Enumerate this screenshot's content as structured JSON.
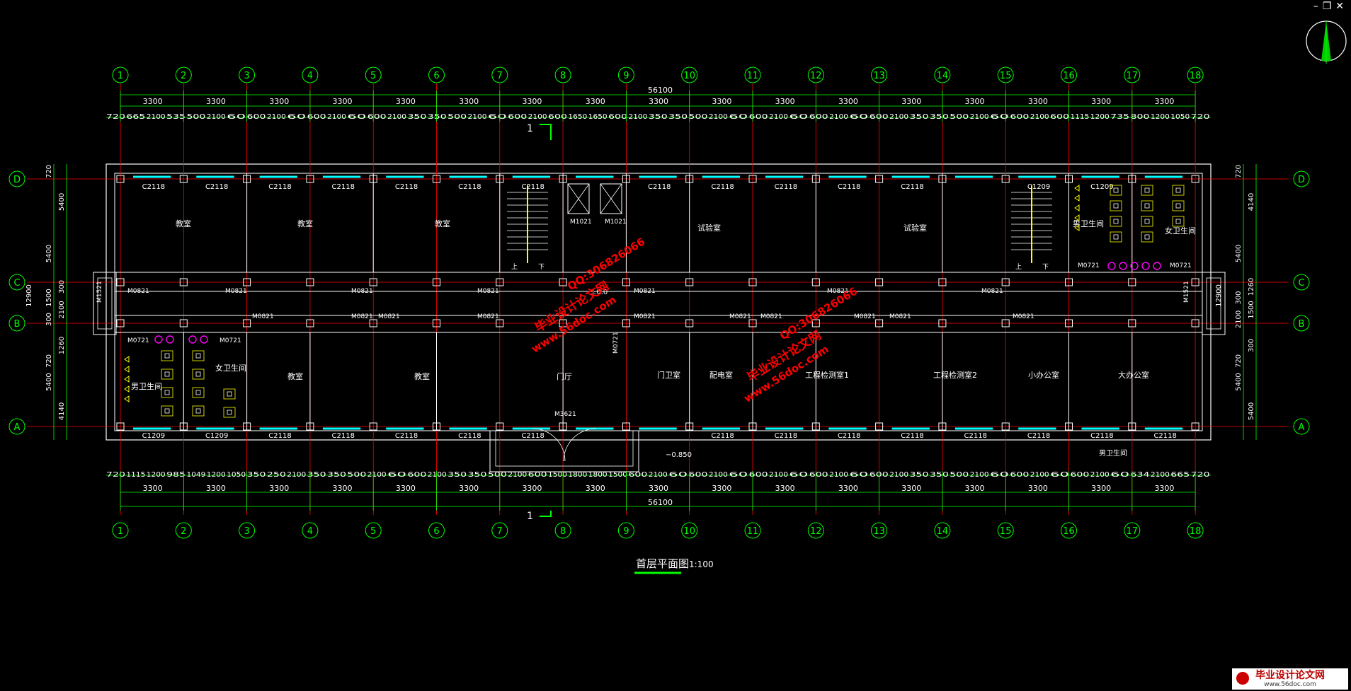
{
  "window": {
    "minimize_icon": "minimize-icon",
    "restore_icon": "restore-icon",
    "close_icon": "close-icon"
  },
  "axes_top": [
    "1",
    "2",
    "3",
    "4",
    "5",
    "6",
    "7",
    "8",
    "9",
    "10",
    "11",
    "12",
    "13",
    "14",
    "15",
    "16",
    "17",
    "18"
  ],
  "axes_side": [
    "D",
    "C",
    "B",
    "A"
  ],
  "dims": {
    "total": "56100",
    "top_bays": [
      "3300",
      "3300",
      "3300",
      "3300",
      "3300",
      "3300",
      "3300",
      "3300",
      "3300",
      "3300",
      "3300",
      "3300",
      "3300",
      "3300",
      "3300",
      "3300",
      "3300"
    ],
    "top_detail": [
      "720",
      "665",
      "2100",
      "535",
      "500",
      "2100",
      "60",
      "600",
      "2100",
      "60",
      "600",
      "2100",
      "60",
      "600",
      "2100",
      "350",
      "350",
      "500",
      "2100",
      "60",
      "600",
      "2100",
      "600",
      "1650",
      "1650",
      "600",
      "2100",
      "350",
      "350",
      "500",
      "2100",
      "60",
      "600",
      "2100",
      "60",
      "600",
      "2100",
      "60",
      "600",
      "2100",
      "350",
      "350",
      "500",
      "2100",
      "60",
      "600",
      "2100",
      "600",
      "1115",
      "1200",
      "735",
      "800",
      "1200",
      "1050",
      "720"
    ],
    "bottom_detail": [
      "720",
      "1115",
      "1200",
      "985",
      "1049",
      "1200",
      "1050",
      "350",
      "250",
      "2100",
      "350",
      "350",
      "500",
      "2100",
      "60",
      "600",
      "2100",
      "350",
      "350",
      "500",
      "2100",
      "600",
      "1500",
      "1800",
      "1800",
      "1500",
      "600",
      "2100",
      "60",
      "600",
      "2100",
      "60",
      "600",
      "2100",
      "60",
      "600",
      "2100",
      "60",
      "600",
      "2100",
      "350",
      "350",
      "500",
      "2100",
      "60",
      "600",
      "2100",
      "60",
      "600",
      "2100",
      "60",
      "634",
      "2100",
      "665",
      "720"
    ],
    "left_vertical": [
      "720",
      "5400",
      "5400",
      "300",
      "1500",
      "2100",
      "300",
      "1260",
      "5400",
      "4140",
      "720",
      "12900"
    ],
    "right_vertical": [
      "720",
      "4140",
      "5400",
      "1260",
      "300",
      "1500",
      "2100",
      "300",
      "5400",
      "5400",
      "720",
      "12900"
    ]
  },
  "windows_top": [
    "C2118",
    "C2118",
    "C2118",
    "C2118",
    "C2118",
    "C2118",
    "C2118",
    "C2118",
    "C2118",
    "C2118",
    "C2118",
    "C2118",
    "C1209",
    "C1209"
  ],
  "windows_bottom": [
    "C1209",
    "C1209",
    "C2118",
    "C2118",
    "C2118",
    "C2118",
    "C2118",
    "C2118",
    "C2118",
    "C2118",
    "C2118",
    "C2118",
    "C2118",
    "C2118",
    "C2118"
  ],
  "doors": [
    "M0821",
    "M0821",
    "M0821",
    "M0821",
    "M0821",
    "M0821",
    "M0821",
    "M0821",
    "M0821",
    "M0821",
    "M0821",
    "M0821",
    "M0821",
    "M0821",
    "M0821",
    "M0821",
    "M0821",
    "M0721",
    "M0721",
    "M0721",
    "M0721",
    "M1021",
    "M1021",
    "M1521",
    "M1521",
    "M3621",
    "M0721"
  ],
  "rooms": [
    {
      "name": "教室"
    },
    {
      "name": "教室"
    },
    {
      "name": "教室"
    },
    {
      "name": "试验室"
    },
    {
      "name": "试验室"
    },
    {
      "name": "男卫生间"
    },
    {
      "name": "女卫生间"
    },
    {
      "name": "男卫生间"
    },
    {
      "name": "女卫生间"
    },
    {
      "name": "教室"
    },
    {
      "name": "教室"
    },
    {
      "name": "门厅"
    },
    {
      "name": "门卫室"
    },
    {
      "name": "配电室"
    },
    {
      "name": "工程检测室1"
    },
    {
      "name": "工程检测室2"
    },
    {
      "name": "小办公室"
    },
    {
      "name": "大办公室"
    }
  ],
  "stairs": {
    "up": "上",
    "down": "下"
  },
  "misc": {
    "elevation": "−0.850",
    "elev_hall": "±0.0",
    "section_mark": "1",
    "bottom_note": "男卫生间"
  },
  "title": {
    "text": "首层平面图",
    "scale": "1:100"
  },
  "watermarks": {
    "site": "毕业设计论文网",
    "url": "www.56doc.com",
    "qq": "QQ:306826066"
  },
  "logo": {
    "name": "毕业设计论文网",
    "url": "www.56doc.com"
  },
  "colors": {
    "axis": "#00ff00",
    "wall": "#ffffff",
    "grid": "#ff0000",
    "window": "#00ffff",
    "text": "#ffffff",
    "watermark": "#ff0000",
    "fixture": "#ffff00",
    "sink": "#ff00ff"
  }
}
